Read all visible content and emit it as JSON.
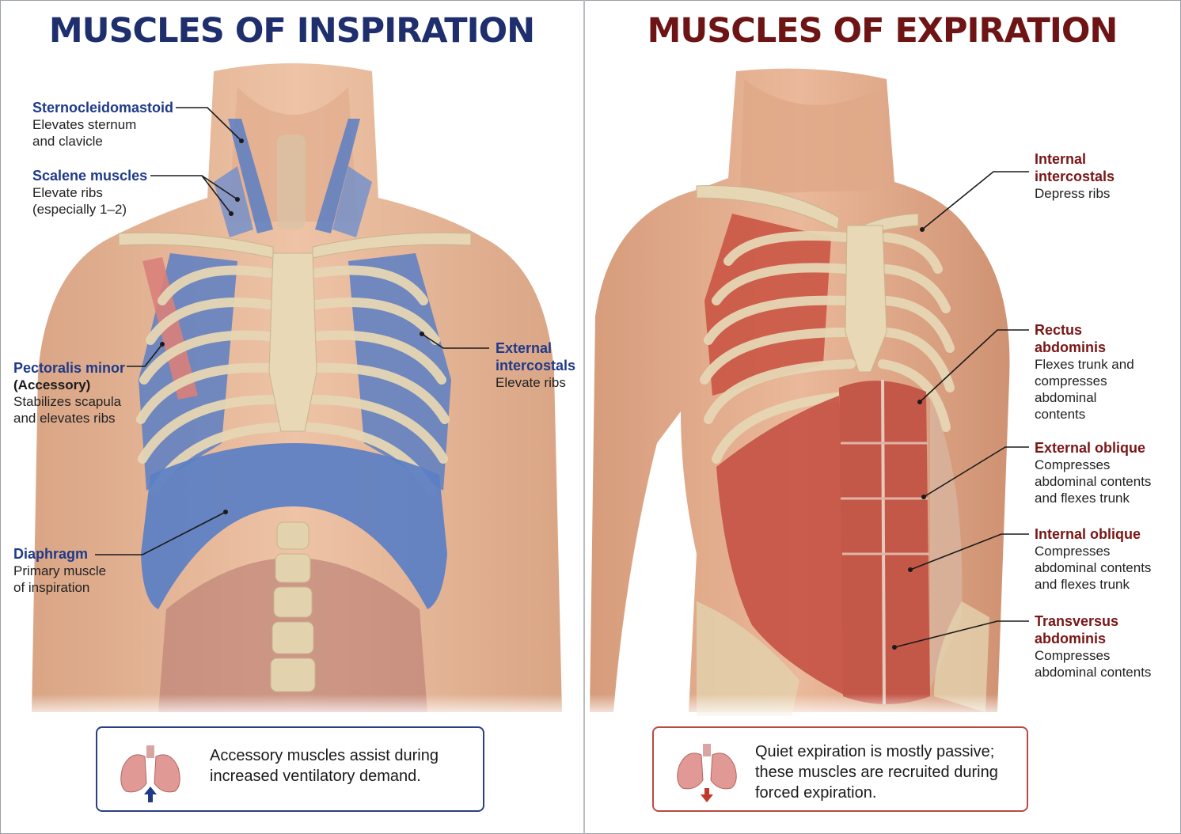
{
  "inspiration": {
    "title": "MUSCLES OF INSPIRATION",
    "labels": {
      "sternocleidomastoid": {
        "name": "Sternocleidomastoid",
        "desc": "Elevates sternum\nand clavicle"
      },
      "scalene": {
        "name": "Scalene muscles",
        "desc": "Elevate ribs\n(especially 1–2)"
      },
      "pectoralis_minor": {
        "name": "Pectoralis minor",
        "tag": "(Accessory)",
        "desc": "Stabilizes scapula\nand elevates ribs"
      },
      "external_intercostals": {
        "name": "External\nintercostals",
        "desc": "Elevate ribs"
      },
      "diaphragm": {
        "name": "Diaphragm",
        "desc": "Primary muscle\nof inspiration"
      }
    },
    "note": "Accessory muscles assist during increased ventilatory demand.",
    "arrow": "up"
  },
  "expiration": {
    "title": "MUSCLES OF EXPIRATION",
    "labels": {
      "internal_intercostals": {
        "name": "Internal\nintercostals",
        "desc": "Depress ribs"
      },
      "rectus_abdominis": {
        "name": "Rectus\nabdominis",
        "desc": "Flexes trunk and\ncompresses\nabdominal\ncontents"
      },
      "external_oblique": {
        "name": "External oblique",
        "desc": "Compresses\nabdominal contents\nand flexes trunk"
      },
      "internal_oblique": {
        "name": "Internal oblique",
        "desc": "Compresses\nabdominal contents\nand flexes trunk"
      },
      "transversus_abdominis": {
        "name": "Transversus\nabdominis",
        "desc": "Compresses\nabdominal contents"
      }
    },
    "note": "Quiet expiration is mostly passive; these muscles are recruited during forced expiration.",
    "arrow": "down"
  },
  "colors": {
    "inspiration_accent": "#1f2f6e",
    "expiration_accent": "#6e1414",
    "muscle_blue": "#5b7fc4",
    "muscle_red": "#c8503f",
    "bone": "#e6d6b4",
    "skin": "#e7b89a"
  }
}
